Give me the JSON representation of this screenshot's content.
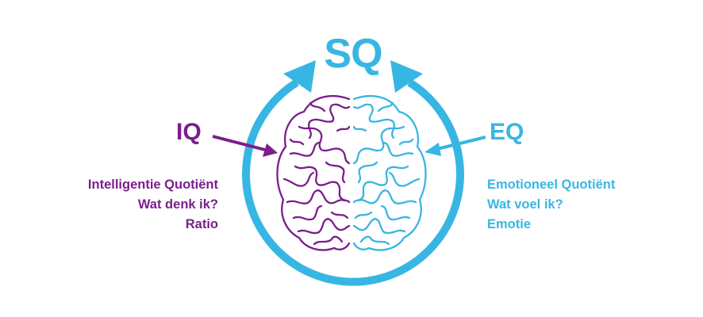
{
  "title": "SQ",
  "left": {
    "label": "IQ",
    "lines": [
      "Intelligentie Quotiënt",
      "Wat denk ik?",
      "Ratio"
    ]
  },
  "right": {
    "label": "EQ",
    "lines": [
      "Emotioneel Quotiënt",
      "Wat voel ik?",
      "Emotie"
    ]
  },
  "colors": {
    "purple": "#7b1e8c",
    "blue": "#38b6e3"
  },
  "icons": [
    "brain-icon",
    "cycle-arrow",
    "left-arrow",
    "right-arrow"
  ]
}
